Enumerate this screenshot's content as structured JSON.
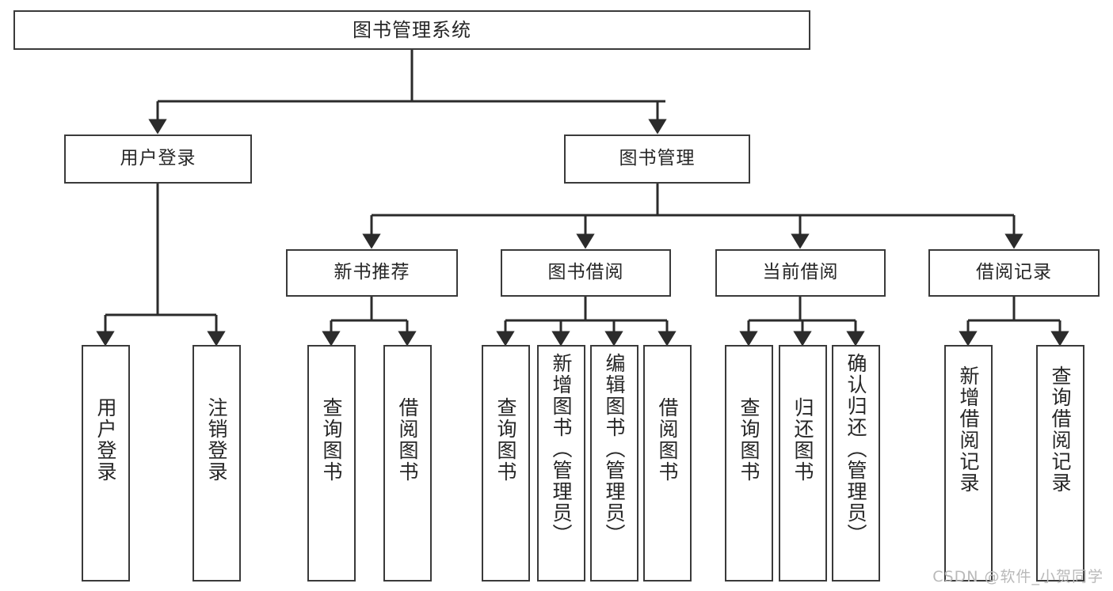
{
  "diagram": {
    "title": "图书管理系统",
    "type": "tree",
    "watermark": "CSDN @软件_小贺同学",
    "colors": {
      "box_border": "#3a3a3a",
      "box_fill": "#ffffff",
      "connector": "#2b2b2b",
      "text": "#262626",
      "watermark": "#b9b9b9",
      "background": "#ffffff"
    },
    "root": {
      "label": "图书管理系统"
    },
    "level2": [
      {
        "label": "用户登录"
      },
      {
        "label": "图书管理"
      }
    ],
    "level3": [
      {
        "label": "新书推荐"
      },
      {
        "label": "图书借阅"
      },
      {
        "label": "当前借阅"
      },
      {
        "label": "借阅记录"
      }
    ],
    "leaves": {
      "user_login": [
        {
          "label": "用户登录"
        },
        {
          "label": "注销登录"
        }
      ],
      "new_book": [
        {
          "label": "查询图书"
        },
        {
          "label": "借阅图书"
        }
      ],
      "book_borrow": [
        {
          "label": "查询图书"
        },
        {
          "label": "新增图书（管理员）"
        },
        {
          "label": "编辑图书（管理员）"
        },
        {
          "label": "借阅图书"
        }
      ],
      "current_borrow": [
        {
          "label": "查询图书"
        },
        {
          "label": "归还图书"
        },
        {
          "label": "确认归还（管理员）"
        }
      ],
      "borrow_record": [
        {
          "label": "新增借阅记录"
        },
        {
          "label": "查询借阅记录"
        }
      ]
    }
  }
}
